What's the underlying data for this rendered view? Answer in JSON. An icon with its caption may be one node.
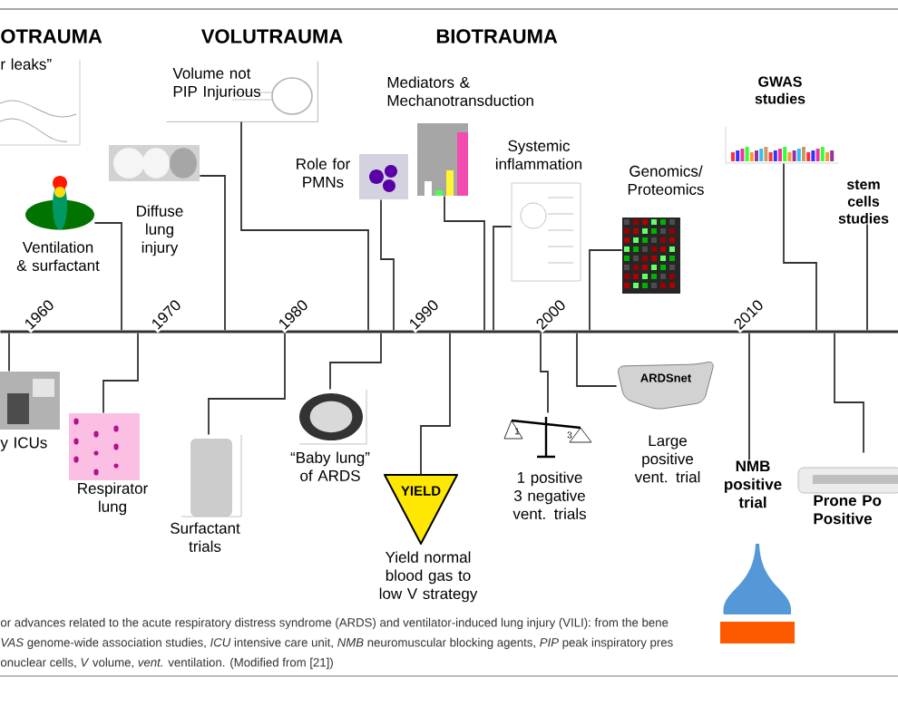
{
  "diagram": {
    "nodes": [
      {
        "text": [],
        "shape": "bar"
      },
      {
        "text": [
          "r leaks”"
        ]
      },
      {
        "text": [
          "Ventilation & surfactant"
        ]
      },
      {
        "text": [
          "Diffuse lung injury"
        ]
      },
      {
        "text": [
          "Volume not PIP Injurious"
        ]
      },
      {
        "text": [
          "Role for PMNs"
        ]
      },
      {
        "text": [
          "Mediators & Mechanotransduction"
        ]
      },
      {
        "text": [
          "Systemic inflammation"
        ]
      },
      {
        "text": [
          "Genomics/ Proteomics"
        ]
      },
      {
        "text": [
          "GWAS studies"
        ]
      },
      {
        "text": [
          "stem cells studies"
        ]
      },
      {
        "text": [
          "y ICUs"
        ]
      },
      {
        "text": [
          "Respirator lung"
        ]
      },
      {
        "text": [
          "Surfactant trials"
        ]
      },
      {
        "text": [
          "“Baby lung” of ARDS"
        ]
      },
      {
        "text": [
          "YIELD",
          "Yield normal blood gas to low V strategy"
        ]
      },
      {
        "text": [
          "1",
          "3",
          "1 positive 3 negative vent. trials"
        ]
      },
      {
        "text": [
          "ARDSnet",
          "Large positive vent. trial"
        ]
      },
      {
        "text": [
          "NMB positive trial"
        ]
      },
      {
        "text": [
          "Prone Po Positive"
        ]
      }
    ],
    "edges": [
      {
        "from": 2,
        "to": 0,
        "arrow": "none"
      },
      {
        "from": 3,
        "to": 0,
        "arrow": "none"
      },
      {
        "from": 4,
        "to": 0,
        "arrow": "none"
      },
      {
        "from": 5,
        "to": 0,
        "arrow": "none"
      },
      {
        "from": 6,
        "to": 0,
        "arrow": "none"
      },
      {
        "from": 7,
        "to": 0,
        "arrow": "none"
      },
      {
        "from": 8,
        "to": 0,
        "arrow": "none"
      },
      {
        "from": 9,
        "to": 0,
        "arrow": "none"
      },
      {
        "from": 10,
        "to": 0,
        "arrow": "none"
      },
      {
        "from": 11,
        "to": 0,
        "arrow": "none"
      },
      {
        "from": 12,
        "to": 0,
        "arrow": "none"
      },
      {
        "from": 13,
        "to": 0,
        "arrow": "none"
      },
      {
        "from": 14,
        "to": 0,
        "arrow": "none"
      },
      {
        "from": 15,
        "to": 0,
        "arrow": "none"
      },
      {
        "from": 16,
        "to": 0,
        "arrow": "none"
      },
      {
        "from": 17,
        "to": 0,
        "arrow": "none"
      },
      {
        "from": 18,
        "to": 0,
        "arrow": "none"
      },
      {
        "from": 19,
        "to": 0,
        "arrow": "none"
      }
    ],
    "labels": [
      "OTRAUMA",
      "VOLUTRAUMA",
      "BIOTRAUMA",
      "1960",
      "1970",
      "1980",
      "1990",
      "2000",
      "2010",
      "or advances related to the acute respiratory distress syndrome (ARDS) and ventilator-induced lung injury (VILI): from the bene",
      "*VAS* genome-wide association studies, *ICU* intensive care unit, *NMB* neuromuscular blocking agents, *PIP* peak inspiratory pres",
      "onuclear cells, *V* volume, *vent.* ventilation. (Modified from [21])"
    ]
  }
}
